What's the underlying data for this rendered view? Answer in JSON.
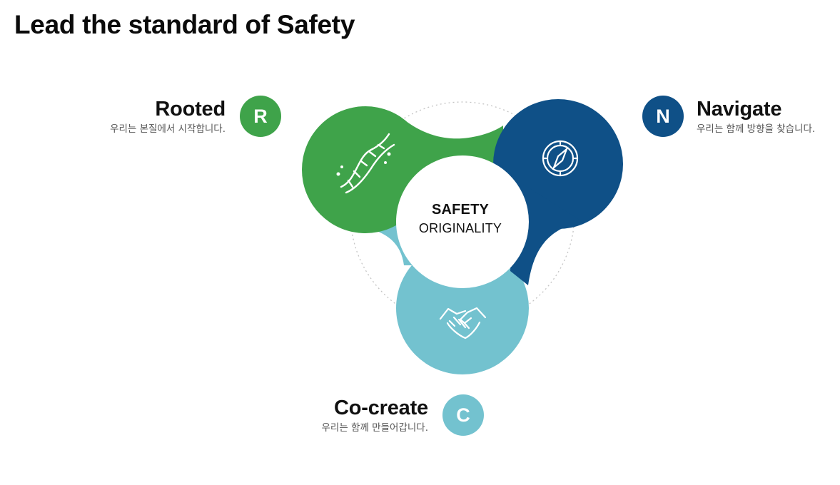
{
  "page": {
    "title": "Lead the standard of Safety"
  },
  "center": {
    "line1": "SAFETY",
    "line2": "ORIGINALITY"
  },
  "pillars": {
    "rooted": {
      "title": "Rooted",
      "letter": "R",
      "description": "우리는 본질에서 시작합니다.",
      "icon": "dna-icon",
      "color": "#3fa34a"
    },
    "navigate": {
      "title": "Navigate",
      "letter": "N",
      "description": "우리는 함께 방향을 찾습니다.",
      "icon": "compass-icon",
      "color": "#0f5087"
    },
    "cocreate": {
      "title": "Co-create",
      "letter": "C",
      "description": "우리는 함께 만들어갑니다.",
      "icon": "handshake-icon",
      "color": "#73c2cf"
    }
  }
}
